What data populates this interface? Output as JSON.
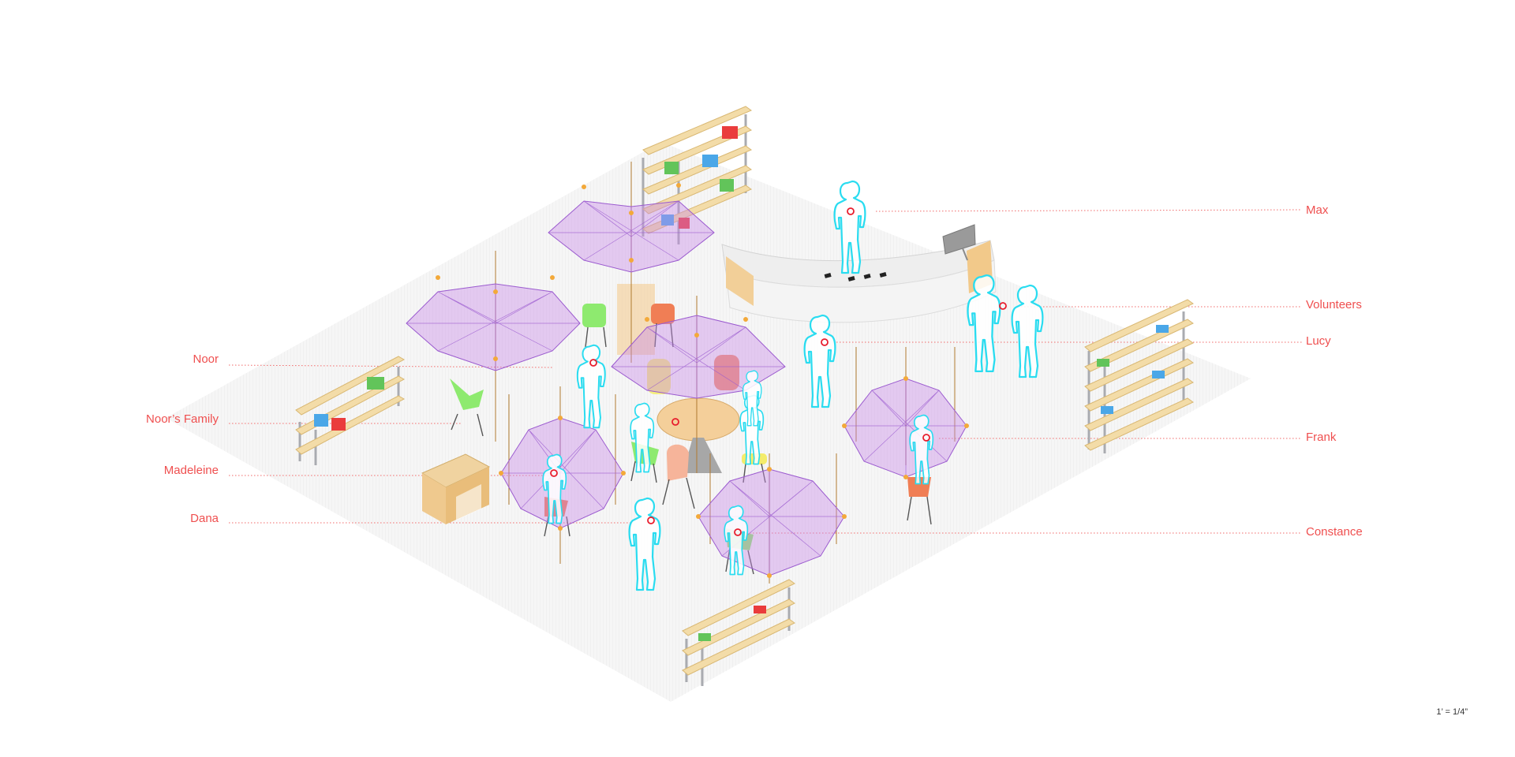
{
  "labels": {
    "left": [
      "Noor",
      "Noor’s Family",
      "Madeleine",
      "Dana"
    ],
    "right": [
      "Max",
      "Volunteers",
      "Lucy",
      "Frank",
      "Constance"
    ]
  },
  "scale_note": "1’ = 1/4”",
  "colors": {
    "label": "#ef4f4f",
    "person_outline": "#29dcf0",
    "heart": "#e81d2d",
    "canopy": "#c98ae8",
    "wood": "#f3dca8",
    "chair_green": "#8eea6f",
    "chair_orange": "#f07e55",
    "chair_yellow": "#f4ec6a",
    "chair_peach": "#f6b49a",
    "desk": "#e3e3e3"
  },
  "icons": {
    "person": "person-silhouette-icon",
    "heart": "heart-marker-icon",
    "canopy": "geodesic-canopy-icon",
    "shelf": "bookshelf-icon",
    "chair": "chair-icon",
    "monitor": "monitor-icon"
  }
}
